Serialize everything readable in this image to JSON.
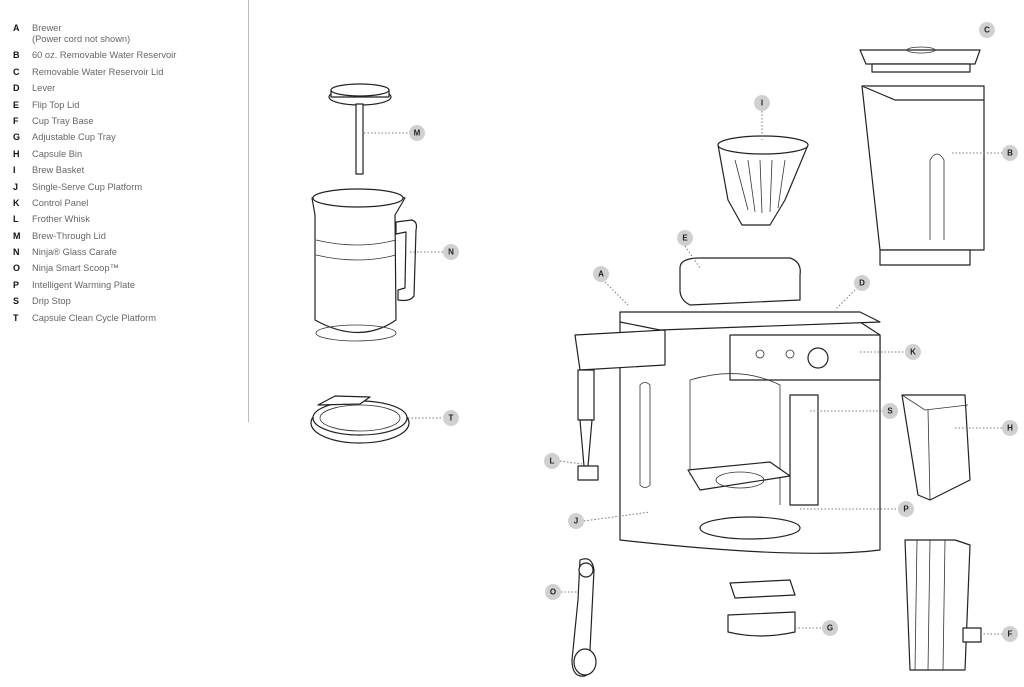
{
  "legend": [
    {
      "key": "A",
      "label": "Brewer\n(Power cord not shown)"
    },
    {
      "key": "B",
      "label": "60 oz. Removable Water Reservoir"
    },
    {
      "key": "C",
      "label": "Removable Water Reservoir Lid"
    },
    {
      "key": "D",
      "label": "Lever"
    },
    {
      "key": "E",
      "label": "Flip Top Lid"
    },
    {
      "key": "F",
      "label": "Cup Tray Base"
    },
    {
      "key": "G",
      "label": "Adjustable Cup Tray"
    },
    {
      "key": "H",
      "label": "Capsule Bin"
    },
    {
      "key": "I",
      "label": "Brew Basket"
    },
    {
      "key": "J",
      "label": "Single-Serve Cup Platform"
    },
    {
      "key": "K",
      "label": "Control Panel"
    },
    {
      "key": "L",
      "label": "Frother Whisk"
    },
    {
      "key": "M",
      "label": "Brew-Through Lid"
    },
    {
      "key": "N",
      "label": "Ninja® Glass Carafe"
    },
    {
      "key": "O",
      "label": "Ninja Smart Scoop™"
    },
    {
      "key": "P",
      "label": "Intelligent Warming Plate"
    },
    {
      "key": "S",
      "label": "Drip Stop"
    },
    {
      "key": "T",
      "label": "Capsule Clean Cycle Platform"
    }
  ]
}
